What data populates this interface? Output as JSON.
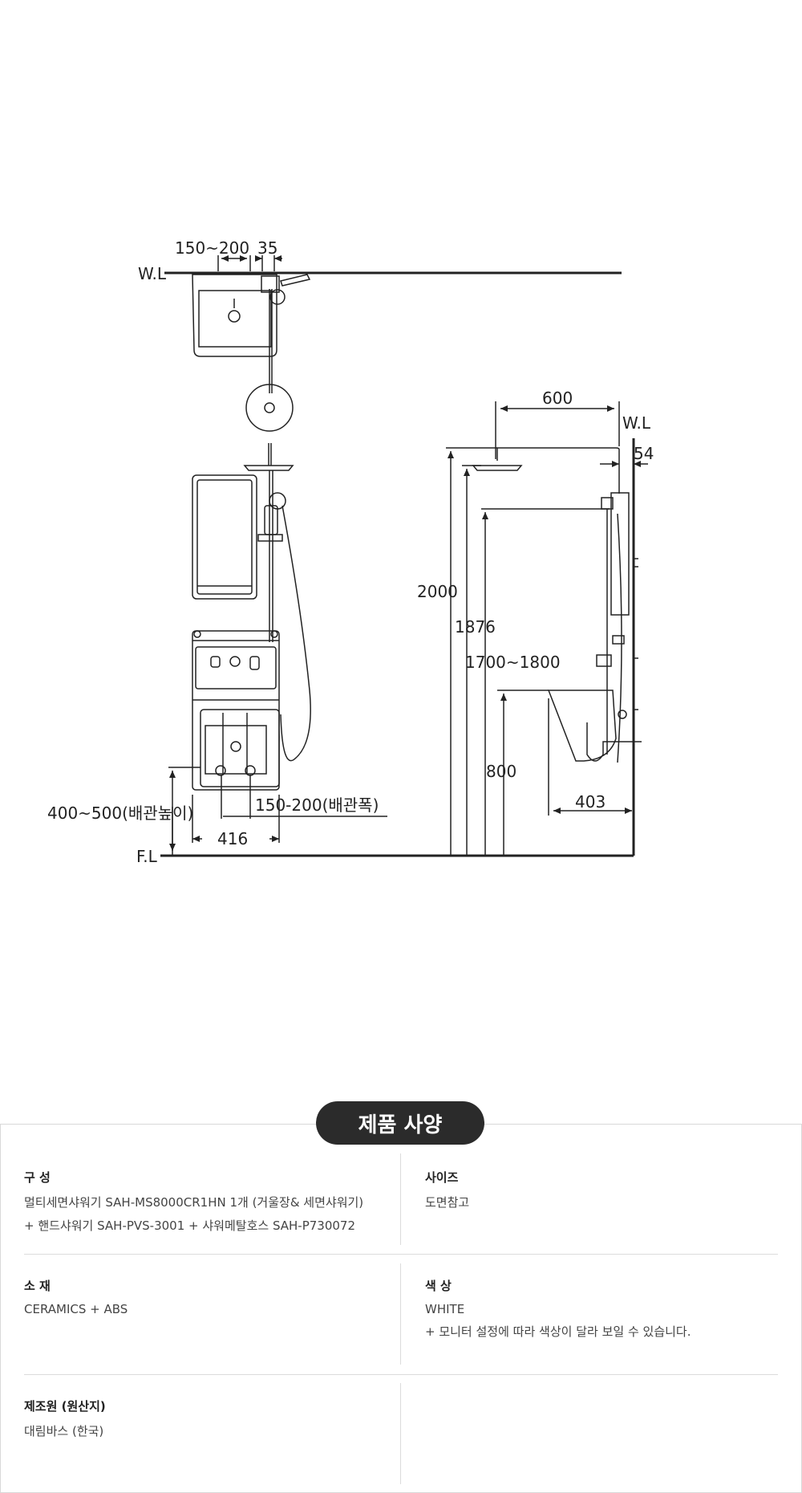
{
  "drawing": {
    "wl_left": "W.L",
    "wl_right": "W.L",
    "fl": "F.L",
    "dim_150_200_top": "150~200",
    "dim_35": "35",
    "dim_600": "600",
    "dim_54": "54",
    "dim_2000": "2000",
    "dim_1876": "1876",
    "dim_1700_1800": "1700~1800",
    "dim_800": "800",
    "dim_403": "403",
    "dim_400_500": "400~500(배관높이)",
    "dim_150_200_pipe": "150-200(배관폭)",
    "dim_416": "416"
  },
  "spec": {
    "title": "제품 사양",
    "composition": {
      "label": "구 성",
      "lines": [
        "멀티세면샤워기 SAH-MS8000CR1HN 1개 (거울장& 세면샤워기)",
        "+ 핸드샤워기 SAH-PVS-3001 + 샤워메탈호스 SAH-P730072"
      ]
    },
    "size": {
      "label": "사이즈",
      "lines": [
        "도면참고"
      ]
    },
    "material": {
      "label": "소 재",
      "lines": [
        "CERAMICS + ABS"
      ]
    },
    "color": {
      "label": "색 상",
      "lines": [
        "WHITE",
        "+ 모니터 설정에 따라 색상이 달라 보일 수 있습니다."
      ]
    },
    "origin": {
      "label": "제조원 (원산지)",
      "lines": [
        "대림바스 (한국)"
      ]
    }
  }
}
